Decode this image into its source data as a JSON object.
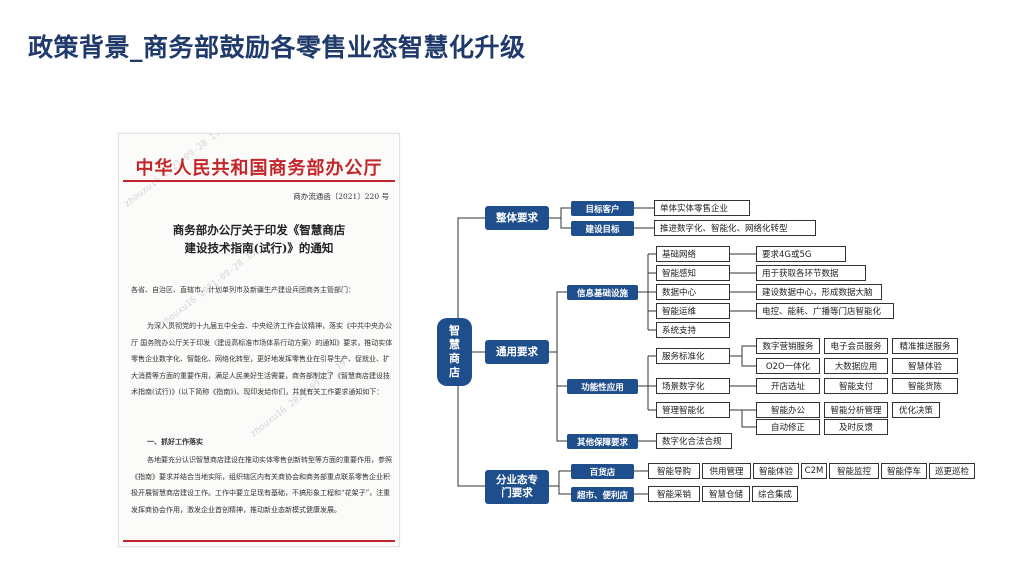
{
  "title": "政策背景_商务部鼓励各零售业态智慧化升级",
  "document": {
    "org": "中华人民共和国商务部办公厅",
    "doc_no": "商办流通函〔2021〕220 号",
    "title_line1": "商务部办公厅关于印发《智慧商店",
    "title_line2": "建设技术指南(试行)》的通知",
    "recipients": "各省、自治区、直辖市、计划单列市及新疆生产建设兵团商务主管部门：",
    "para1": "为深入贯彻党的十九届五中全会、中央经济工作会议精神，落实《中共中央办公厅 国务院办公厅关于印发〈建设高标准市场体系行动方案〉的通知》要求，推动实体零售企业数字化、智能化、网络化转型，更好地发挥零售业在引导生产、促就业、扩大消费等方面的重要作用，满足人民美好生活需要，商务部制定了《智慧商店建设技术指南(试行)》(以下简称《指南》)。现印发给你们，并就有关工作要求通知如下：",
    "heading1": "一、抓好工作落实",
    "para2": "各地要充分认识智慧商店建设在推动实体零售创新转型等方面的重要作用，参照《指南》要求并结合当地实际，组织辖区内有关商协会和商务部重点联系零售企业积极开展智慧商店建设工作。工作中要立足现有基础，不搞形象工程和“花架子”，注重发挥商协会作用，激发企业首创精神，推动新业态新模式健康发展。",
    "watermark": "zhouxu16 2021-09-28 19"
  },
  "diagram": {
    "root": [
      "智",
      "慧",
      "商",
      "店"
    ],
    "l1": {
      "overall": "整体要求",
      "general": "通用要求",
      "format_line1": "分业态专",
      "format_line2": "门要求"
    },
    "l2": {
      "target_customer": "目标客户",
      "build_goal": "建设目标",
      "info_infra": "信息基础设施",
      "functional": "功能性应用",
      "other": "其他保障要求",
      "dept_store": "百货店",
      "supermarket": "超市、便利店"
    },
    "leaves": {
      "t1": "单体实体零售企业",
      "t2": "推进数字化、智能化、网络化转型",
      "i1": "基础网络",
      "i1a": "要求4G或5G",
      "i2": "智能感知",
      "i2a": "用于获取各环节数据",
      "i3": "数据中心",
      "i3a": "建设数据中心，形成数据大脑",
      "i4": "智能运维",
      "i4a": "电控、能耗、广播等门店智能化",
      "i5": "系统支持",
      "f1": "服务标准化",
      "f1a": "数字营销服务",
      "f1b": "电子会员服务",
      "f1c": "精准推送服务",
      "f1d": "O2O一体化",
      "f1e": "大数据应用",
      "f1f": "智慧体验",
      "f2": "场景数字化",
      "f2a": "开店选址",
      "f2b": "智能支付",
      "f2c": "智能货陈",
      "f3": "管理智能化",
      "f3a": "智能办公",
      "f3b": "智能分析管理",
      "f3c": "优化决策",
      "f3d": "自动修正",
      "f3e": "及时反馈",
      "o1": "数字化合法合规",
      "d1": "智能导购",
      "d2": "供用管理",
      "d3": "智能体验",
      "d4": "C2M",
      "d5": "智能监控",
      "d6": "智能停车",
      "d7": "巡更巡检",
      "s1": "智能采销",
      "s2": "智慧仓储",
      "s3": "综合集成"
    }
  }
}
